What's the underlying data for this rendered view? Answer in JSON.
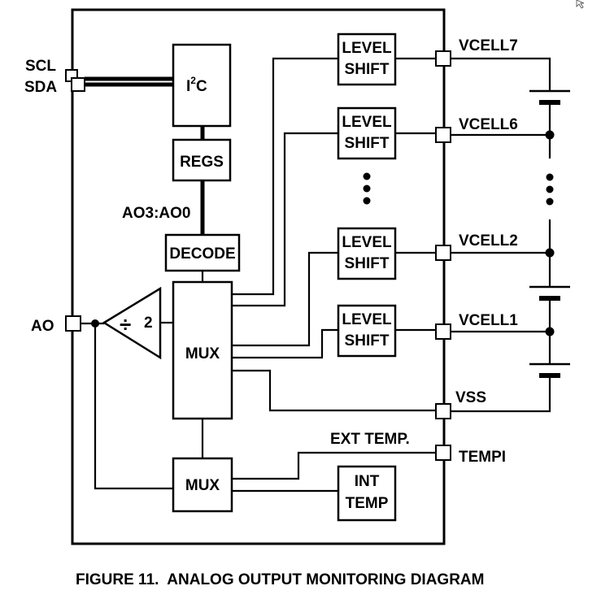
{
  "pins_left": {
    "scl": "SCL",
    "sda": "SDA",
    "ao": "AO"
  },
  "blocks": {
    "i2c": "I",
    "i2c_sup": "2",
    "i2c_suffix": "C",
    "regs": "REGS",
    "decode": "DECODE",
    "mux_main": "MUX",
    "mux_bottom": "MUX",
    "level_shift_line1": "LEVEL",
    "level_shift_line2": "SHIFT",
    "int_temp_line1": "INT",
    "int_temp_line2": "TEMP",
    "divider": "2"
  },
  "bus_label": "AO3:AO0",
  "pins_right": {
    "vcell7": "VCELL7",
    "vcell6": "VCELL6",
    "vcell2": "VCELL2",
    "vcell1": "VCELL1",
    "vss": "VSS",
    "tempi": "TEMPI"
  },
  "ext_temp_label": "EXT TEMP.",
  "caption": "FIGURE 11.  ANALOG OUTPUT MONITORING DIAGRAM"
}
